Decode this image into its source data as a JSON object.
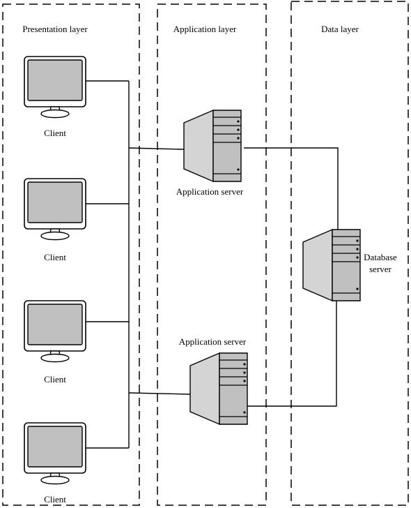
{
  "layers": [
    {
      "id": "presentation",
      "label": "Presentation layer"
    },
    {
      "id": "application",
      "label": "Application layer"
    },
    {
      "id": "data",
      "label": "Data layer"
    }
  ],
  "clients": [
    {
      "id": "client-1",
      "label": "Client"
    },
    {
      "id": "client-2",
      "label": "Client"
    },
    {
      "id": "client-3",
      "label": "Client"
    },
    {
      "id": "client-4",
      "label": "Client"
    }
  ],
  "app_servers": [
    {
      "id": "app-server-1",
      "label": "Application server"
    },
    {
      "id": "app-server-2",
      "label": "Application server"
    }
  ],
  "db_server": {
    "id": "database-server",
    "label_line1": "Database",
    "label_line2": "server"
  },
  "connections": [
    {
      "from": "client-1",
      "to": "client-bus"
    },
    {
      "from": "client-2",
      "to": "client-bus"
    },
    {
      "from": "client-3",
      "to": "client-bus"
    },
    {
      "from": "client-4",
      "to": "client-bus"
    },
    {
      "from": "client-bus",
      "to": "app-server-1"
    },
    {
      "from": "client-bus",
      "to": "app-server-2"
    },
    {
      "from": "app-server-1",
      "to": "database-server"
    },
    {
      "from": "app-server-2",
      "to": "database-server"
    }
  ],
  "colors": {
    "device_fill": "#c0c0c0",
    "line": "#000000",
    "background": "#ffffff"
  }
}
